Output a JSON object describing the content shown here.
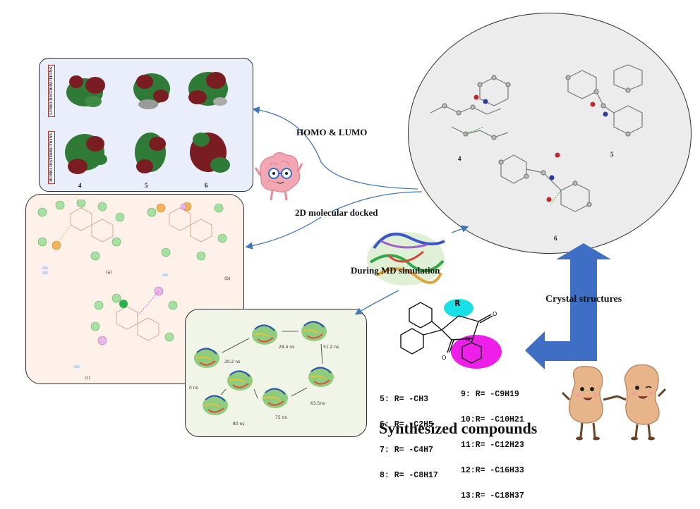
{
  "labels": {
    "homo_lumo": "HOMO & LUMO",
    "docked": "2D molecular docked",
    "md": "During MD simulation",
    "crystal": "Crystal structures",
    "synth": "Synthesized compounds"
  },
  "orbital_panel": {
    "lumo_tag": "LUMO DISTRIBUTIONS",
    "homo_tag": "HOMO DISTRIBUTIONS",
    "compounds": [
      "4",
      "5",
      "6"
    ]
  },
  "crystal_panel": {
    "compounds": [
      "4",
      "5",
      "6"
    ]
  },
  "docking_panel": {
    "subpanels": [
      "(a)",
      "(b)",
      "(c)"
    ]
  },
  "md_panel": {
    "times": [
      "0 ns",
      "20.2 ns",
      "28.4 ns",
      "51.2 ns",
      "63.5ns",
      "75 ns",
      "80 ns"
    ]
  },
  "structure": {
    "r_label": "R",
    "left_list": [
      "5: R= -CH3",
      "6: R= -C2H5",
      "7: R= -C4H7",
      "8: R= -C8H17"
    ],
    "right_list": [
      "9: R= -C9H19",
      "10:R= -C10H21",
      "11:R= -C12H23",
      "12:R= -C16H33",
      "13:R= -C18H37"
    ]
  },
  "colors": {
    "orbital_bg": "#e9eefa",
    "docking_bg": "#fdf1ea",
    "md_bg": "#f1f5e8",
    "crystal_bg": "#ececec",
    "arrow_blue": "#3f6fc4",
    "cyan": "#19e0e6",
    "magenta": "#ee1fe8",
    "kidney": "#e8b489"
  }
}
